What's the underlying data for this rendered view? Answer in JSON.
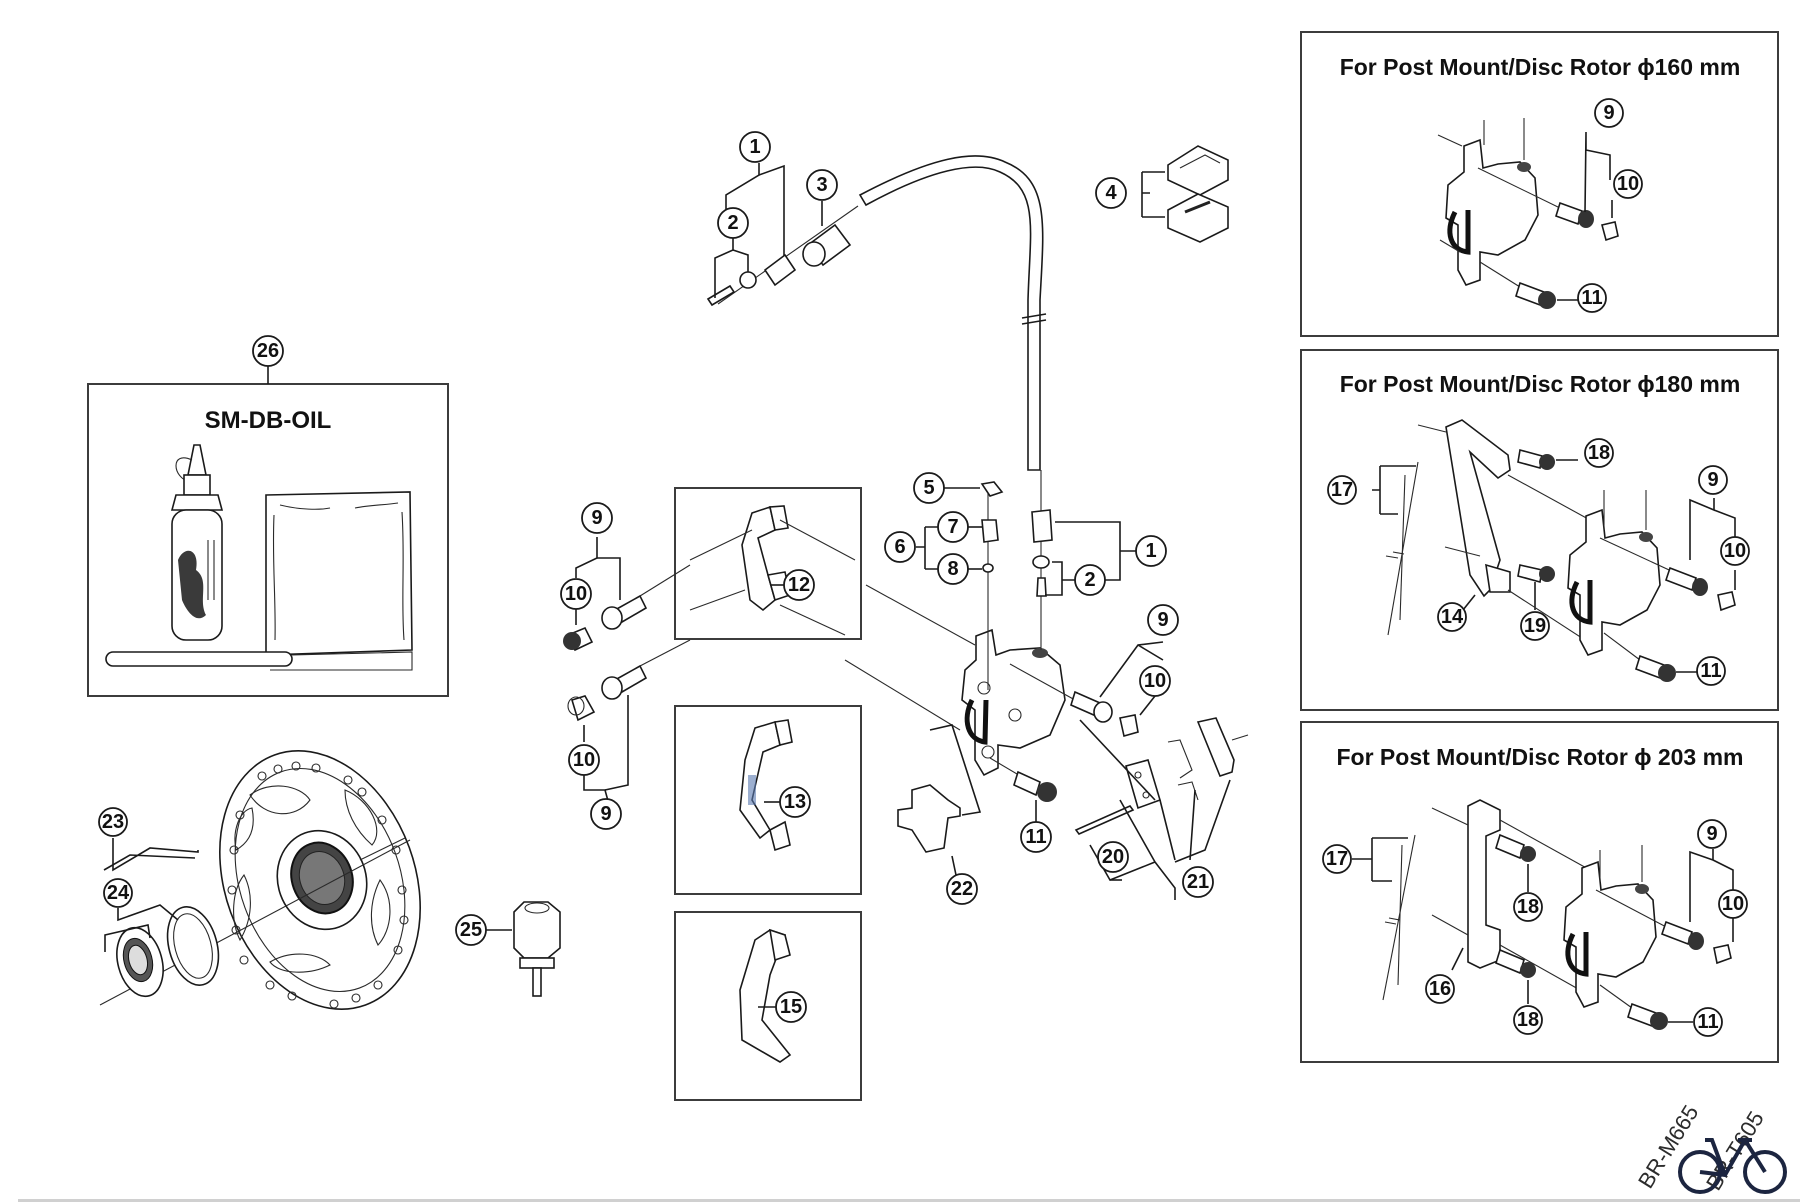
{
  "diagram": {
    "title": "Disc brake caliper exploded parts diagram",
    "models": [
      "BR-M665",
      "BR-T605"
    ],
    "boxes": [
      {
        "id": "pm160",
        "title": "For Post Mount/Disc Rotor ϕ160 mm",
        "callouts": [
          "9",
          "10",
          "11"
        ]
      },
      {
        "id": "pm180",
        "title": "For Post Mount/Disc Rotor ϕ180 mm",
        "callouts": [
          "18",
          "17",
          "14",
          "19",
          "9",
          "10",
          "11"
        ]
      },
      {
        "id": "pm203",
        "title": "For Post Mount/Disc Rotor ϕ 203 mm",
        "callouts": [
          "17",
          "18",
          "16",
          "18",
          "9",
          "10",
          "11"
        ]
      },
      {
        "id": "oil",
        "title": "SM-DB-OIL",
        "callouts": [
          "26"
        ]
      }
    ],
    "callouts": {
      "c1_top": "1",
      "c2_top": "2",
      "c3": "3",
      "c4": "4",
      "c5": "5",
      "c6": "6",
      "c7": "7",
      "c8": "8",
      "c1_mid": "1",
      "c2_mid": "2",
      "c9_left_top": "9",
      "c10_left_top": "10",
      "c10_left_bot": "10",
      "c9_left_bot": "9",
      "c9_right": "9",
      "c10_right": "10",
      "c11_main": "11",
      "c12": "12",
      "c13": "13",
      "c15": "15",
      "c20": "20",
      "c21": "21",
      "c22": "22",
      "c23": "23",
      "c24": "24",
      "c25": "25",
      "c26": "26",
      "b160_9": "9",
      "b160_10": "10",
      "b160_11": "11",
      "b180_18": "18",
      "b180_17": "17",
      "b180_14": "14",
      "b180_19": "19",
      "b180_9": "9",
      "b180_10": "10",
      "b180_11": "11",
      "b203_17": "17",
      "b203_18a": "18",
      "b203_16": "16",
      "b203_18b": "18",
      "b203_9": "9",
      "b203_10": "10",
      "b203_11": "11"
    }
  }
}
